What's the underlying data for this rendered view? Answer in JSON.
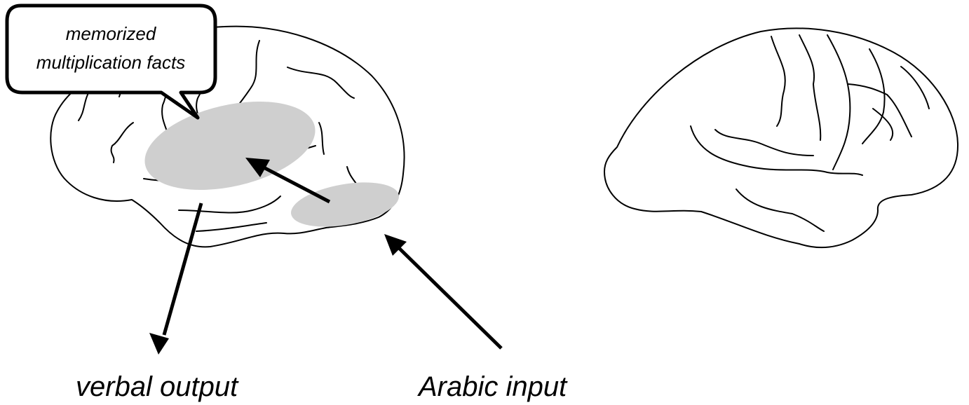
{
  "callout": {
    "line1": "memorized",
    "line2": "multiplication facts"
  },
  "labels": {
    "verbal_output": "verbal output",
    "arabic_input": "Arabic input"
  },
  "colors": {
    "region_fill": "#cfcfcf",
    "stroke": "#000000",
    "background": "#ffffff"
  }
}
